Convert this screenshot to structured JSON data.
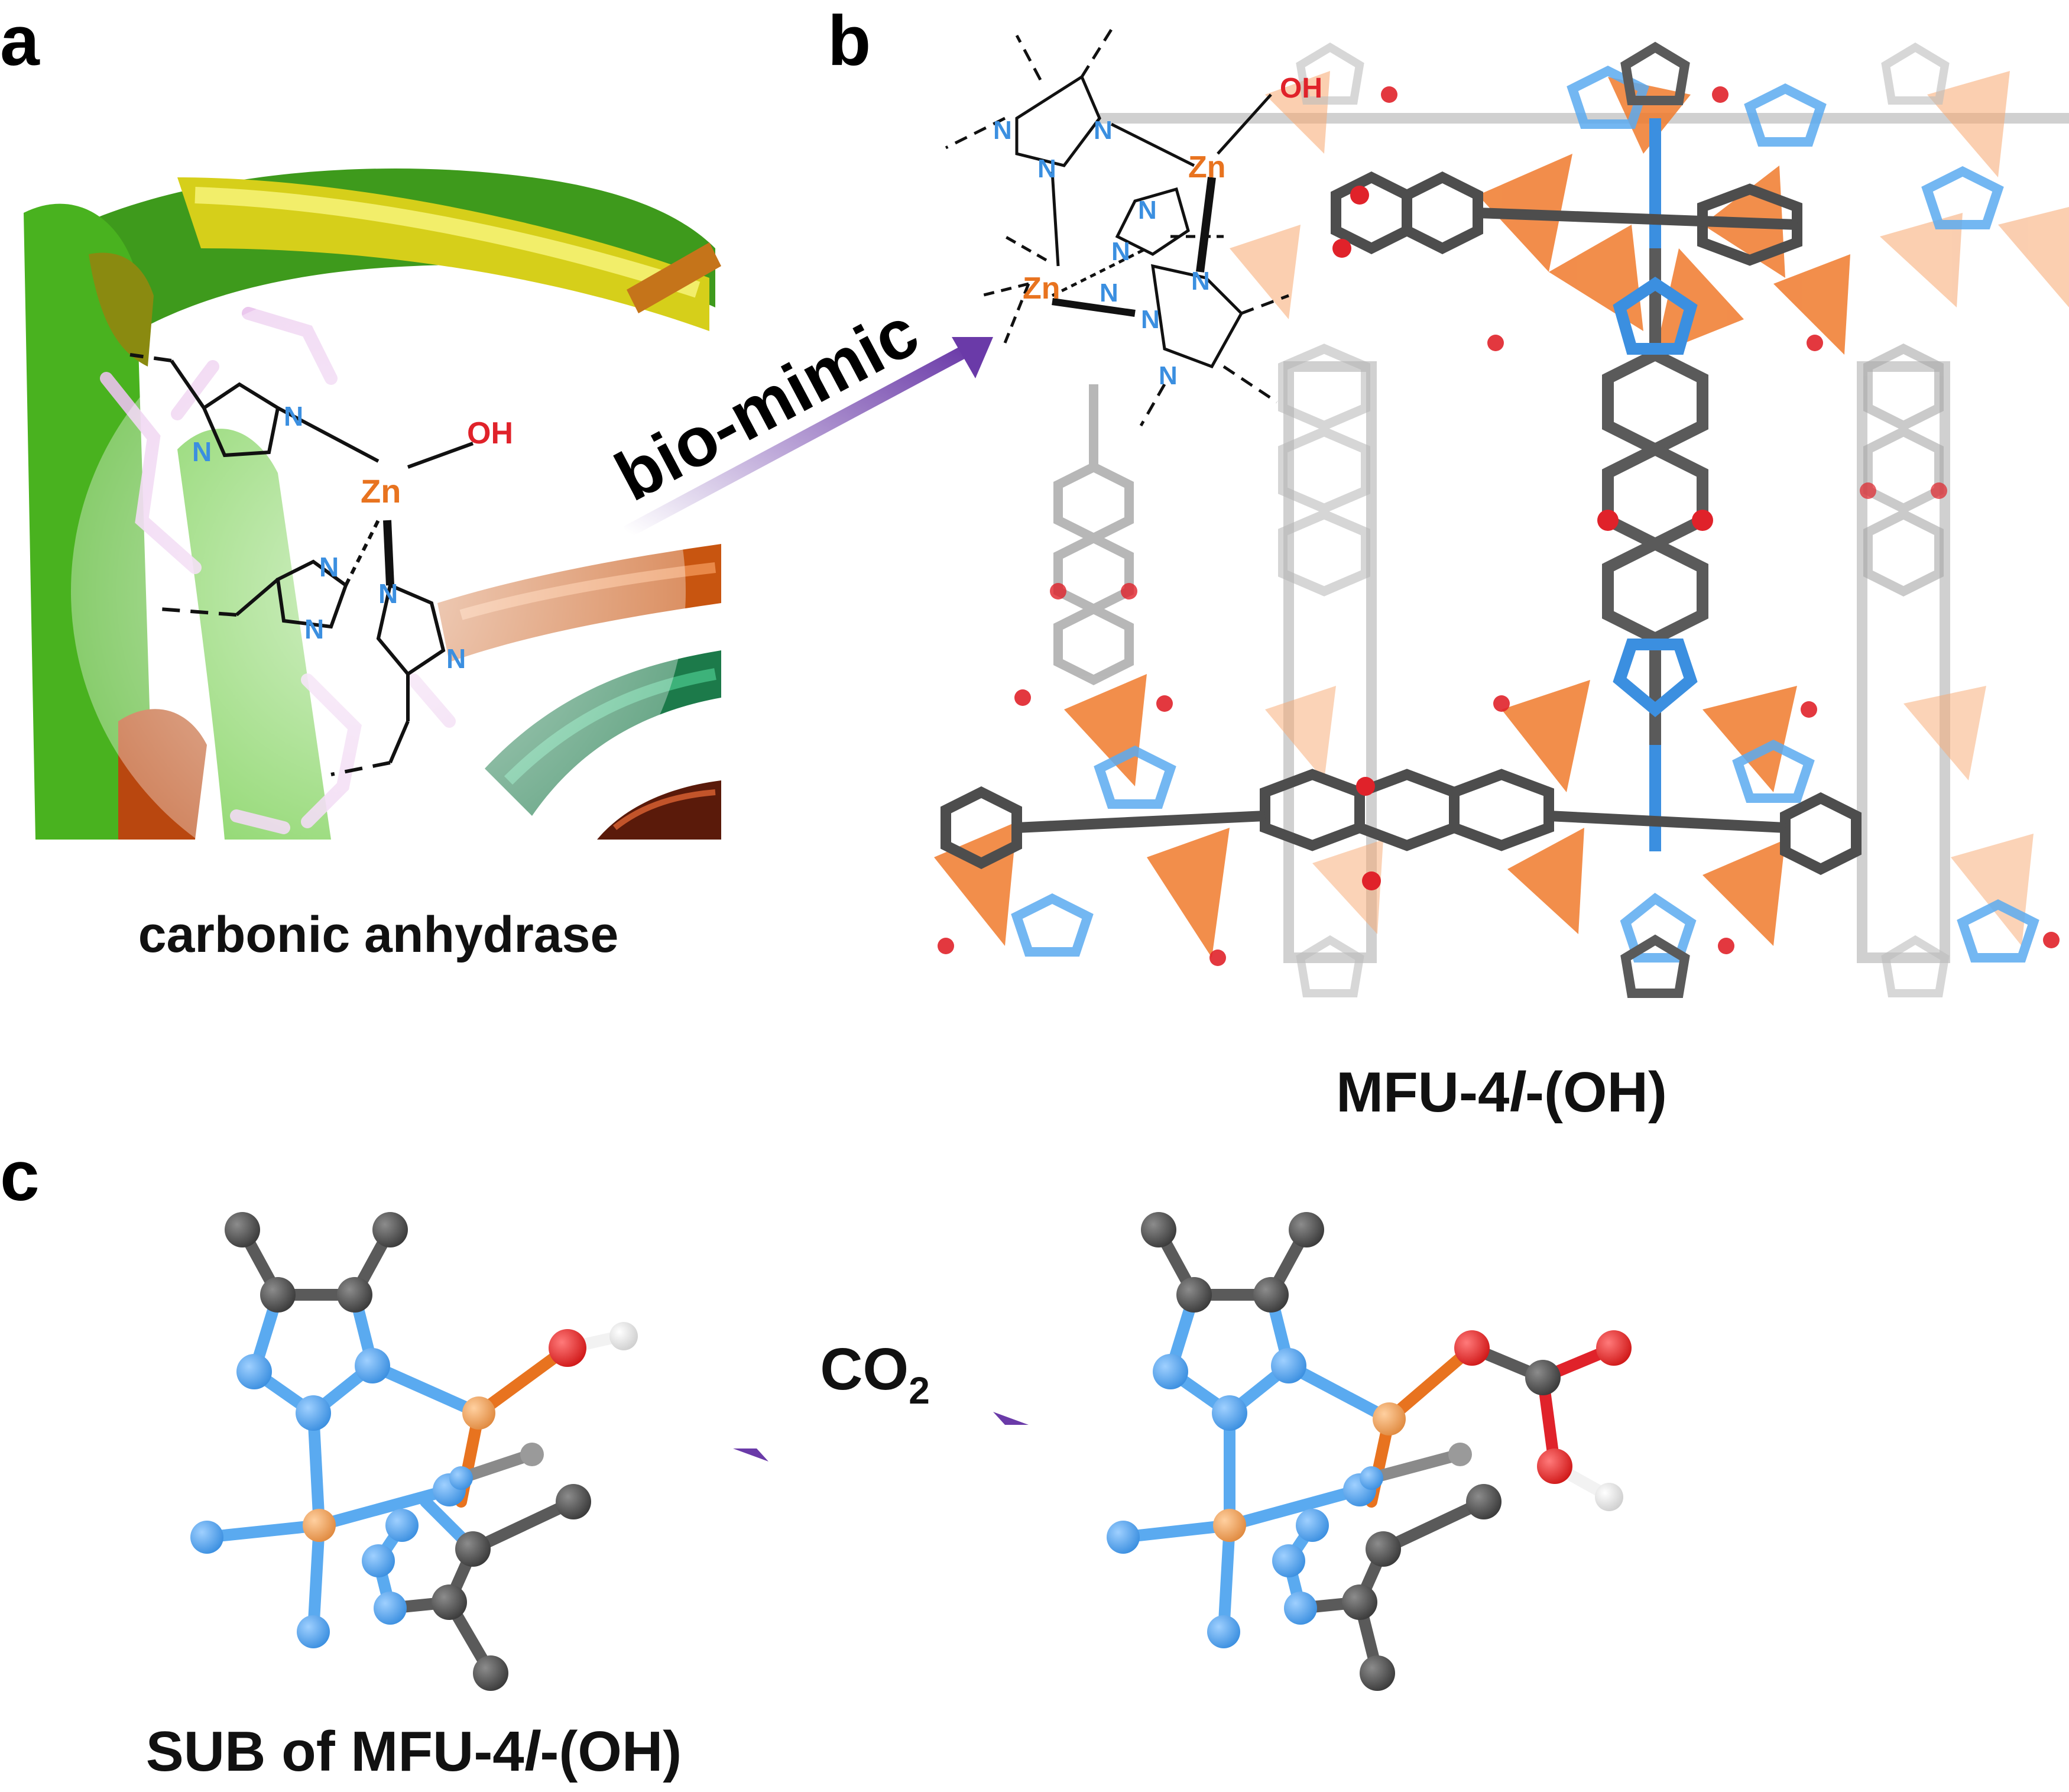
{
  "panels": {
    "a": {
      "letter": "a",
      "caption": "carbonic anhydrase",
      "zn": "Zn",
      "oh": "OH",
      "n": "N"
    },
    "b": {
      "letter": "b",
      "caption_prefix": "MFU-4",
      "caption_italic": "l",
      "caption_suffix": "-(OH)",
      "zn": "Zn",
      "oh": "OH",
      "n": "N"
    },
    "c": {
      "letter": "c",
      "caption_prefix": "SUB of MFU-4",
      "caption_italic": "l",
      "caption_suffix": "-(OH)",
      "reagent_main": "CO",
      "reagent_sub": "2"
    }
  },
  "arrow_label": "bio-mimic",
  "colors": {
    "zn": "#e8731f",
    "n": "#3b8fe0",
    "o": "#e0222a",
    "c": "#5a5a5a",
    "h": "#f2f2f2",
    "purple": "#6a3aa8",
    "tetra": "#f07a2c"
  }
}
